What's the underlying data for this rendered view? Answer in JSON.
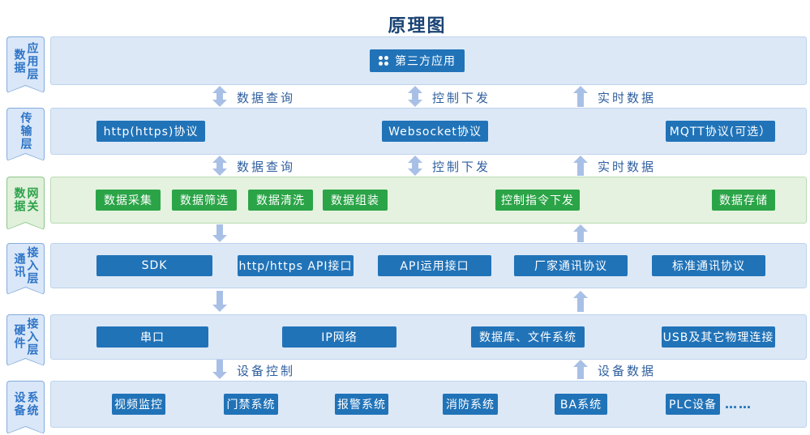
{
  "title": "原理图",
  "colors": {
    "blue_button": "#2173b8",
    "green_button": "#2ba447",
    "blue_band_bg": "#dce8f6",
    "green_band_bg": "#e5f2df",
    "arrow": "#a9c0e6",
    "connector_label_text": "#2f5f9f",
    "title_text": "#1a4373"
  },
  "layers": [
    {
      "id": "application",
      "ribbon_cols": [
        "数据",
        "应用层"
      ],
      "buttons": [
        "第三方应用"
      ]
    },
    {
      "id": "transport",
      "ribbon_cols": [
        "",
        "传输层"
      ],
      "buttons": [
        "http(https)协议",
        "Websocket协议",
        "MQTT协议(可选）"
      ]
    },
    {
      "id": "data-gateway",
      "ribbon_cols": [
        "数据",
        "网关"
      ],
      "buttons": [
        "数据采集",
        "数据筛选",
        "数据清洗",
        "数据组装",
        "控制指令下发",
        "数据存储"
      ]
    },
    {
      "id": "comm-access",
      "ribbon_cols": [
        "通讯",
        "接入层"
      ],
      "buttons": [
        "SDK",
        "http/https API接口",
        "API运用接口",
        "厂家通讯协议",
        "标准通讯协议"
      ]
    },
    {
      "id": "hardware-access",
      "ribbon_cols": [
        "硬件",
        "接入层"
      ],
      "buttons": [
        "串口",
        "IP网络",
        "数据库、文件系统",
        "USB及其它物理连接"
      ]
    },
    {
      "id": "device-system",
      "ribbon_cols": [
        "设备",
        "系统"
      ],
      "buttons": [
        "视频监控",
        "门禁系统",
        "报警系统",
        "消防系统",
        "BA系统",
        "PLC设备"
      ],
      "more": "……"
    }
  ],
  "connectors": {
    "gap1": [
      {
        "label": "数据查询"
      },
      {
        "label": "控制下发"
      },
      {
        "label": "实时数据"
      }
    ],
    "gap2": [
      {
        "label": "数据查询"
      },
      {
        "label": "控制下发"
      },
      {
        "label": "实时数据"
      }
    ],
    "gap5": [
      {
        "label": "设备控制"
      },
      {
        "label": "设备数据"
      }
    ]
  }
}
